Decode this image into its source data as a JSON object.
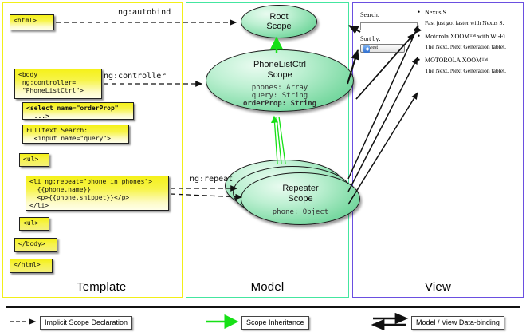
{
  "panels": {
    "template": {
      "label": "Template",
      "border_color": "#f2ef18"
    },
    "model": {
      "label": "Model",
      "border_color": "#44e6a0"
    },
    "view": {
      "label": "View",
      "border_color": "#6a4fe0"
    }
  },
  "template_code": [
    {
      "id": "html",
      "text": "<html>"
    },
    {
      "id": "body",
      "text": "<body\n ng:controller=\n \"PhoneListCtrl\">"
    },
    {
      "id": "select",
      "text": "<select name=\"orderProp\"\n  ...>"
    },
    {
      "id": "search",
      "text": "Fulltext Search:\n  <input name=\"query\">"
    },
    {
      "id": "ul-open",
      "text": "<ul>"
    },
    {
      "id": "li",
      "text": "<li ng:repeat=\"phone in phones\">\n  {{phone.name}}\n  <p>{{phone.snippet}}</p>\n</li>"
    },
    {
      "id": "ul-close",
      "text": "<ul>"
    },
    {
      "id": "body-end",
      "text": "</body>"
    },
    {
      "id": "html-end",
      "text": "</html>"
    }
  ],
  "connectors": {
    "autobind": "ng:autobind",
    "controller": "ng:controller",
    "repeat": "ng:repeat"
  },
  "model_scopes": [
    {
      "id": "root",
      "title_line1": "Root",
      "title_line2": "Scope",
      "properties": []
    },
    {
      "id": "phonelistctrl",
      "title_line1": "PhoneListCtrl",
      "title_line2": "Scope",
      "properties": [
        {
          "text": "phones: Array",
          "bold": false
        },
        {
          "text": "query: String",
          "bold": false
        },
        {
          "text": "orderProp: String",
          "bold": true
        }
      ]
    },
    {
      "id": "repeater",
      "title_line1": "Repeater",
      "title_line2": "Scope",
      "properties": [
        {
          "text": "phone: Object",
          "bold": false
        }
      ]
    }
  ],
  "view": {
    "search_label": "Search:",
    "search_value": "",
    "sort_label": "Sort by:",
    "sort_selected": "Newest",
    "phones": [
      {
        "name": "Nexus S",
        "snippet": "Fast just got faster with Nexus S."
      },
      {
        "name": "Motorola XOOM™  with Wi-Fi",
        "snippet": "The Next, Next Generation tablet."
      },
      {
        "name": "MOTOROLA XOOM™",
        "snippet": "The Next, Next Generation tablet."
      }
    ]
  },
  "legend": [
    {
      "id": "implicit",
      "label": "Implicit Scope Declaration",
      "style": "dashed-arrow",
      "color": "#111111"
    },
    {
      "id": "inherit",
      "label": "Scope Inheritance",
      "style": "solid-arrow",
      "color": "#18e018"
    },
    {
      "id": "binding",
      "label": "Model / View Data-binding",
      "style": "double-arrow",
      "color": "#111111"
    }
  ]
}
